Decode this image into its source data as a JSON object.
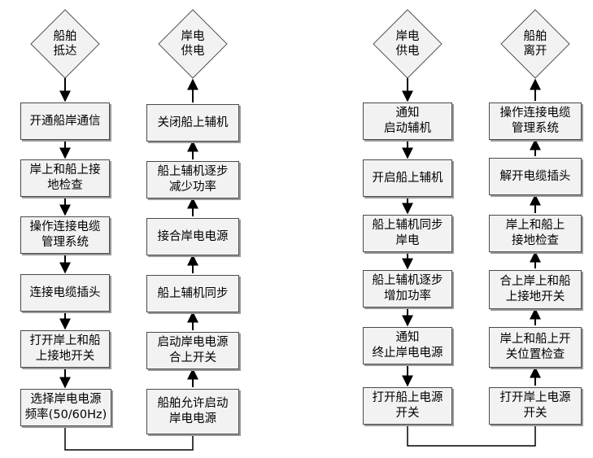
{
  "terminals": {
    "arrive": "船舶\n抵达",
    "shore_power_a": "岸电\n供电",
    "shore_power_b": "岸电\n供电",
    "depart": "船舶\n离开"
  },
  "connect_steps": [
    "开通船岸通信",
    "岸上和船上接\n地检查",
    "操作连接电缆\n管理系统",
    "连接电缆插头",
    "打开岸上和船\n上接地开关",
    "选择岸电电源\n频率(50/60Hz)"
  ],
  "connect_steps_2": [
    "船舶允许启动\n岸电电源",
    "启动岸电电源\n合上开关",
    "船上辅机同步",
    "接合岸电电源",
    "船上辅机逐步\n减少功率",
    "关闭船上辅机"
  ],
  "disconnect_steps": [
    "通知\n启动辅机",
    "开启船上辅机",
    "船上辅机同步\n岸电",
    "船上辅机逐步\n增加功率",
    "通知\n终止岸电电源",
    "打开船上电源\n开关"
  ],
  "disconnect_steps_2": [
    "打开岸上电源\n开关",
    "岸上和船上开\n关位置检查",
    "合上岸上和船\n上接地开关",
    "岸上和船上\n接地检查",
    "解开电缆插头",
    "操作连接电缆\n管理系统"
  ]
}
